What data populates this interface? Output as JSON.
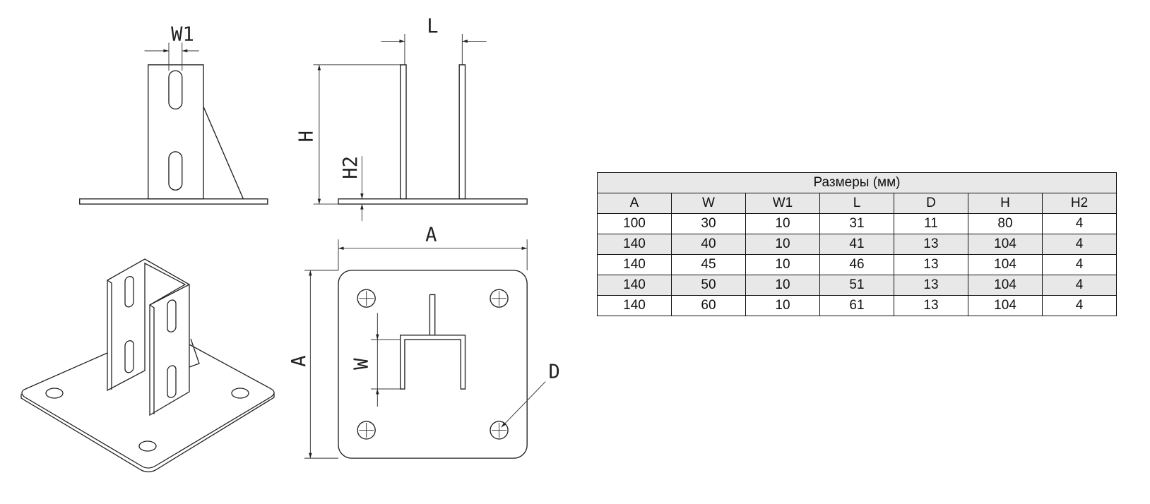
{
  "drawing": {
    "labels": {
      "w1": "W1",
      "l": "L",
      "h": "H",
      "h2": "H2",
      "a_top": "A",
      "a_side": "A",
      "w": "W",
      "d": "D"
    }
  },
  "table": {
    "title": "Размеры (мм)",
    "headers": [
      "A",
      "W",
      "W1",
      "L",
      "D",
      "H",
      "H2"
    ],
    "rows": [
      [
        "100",
        "30",
        "10",
        "31",
        "11",
        "80",
        "4"
      ],
      [
        "140",
        "40",
        "10",
        "41",
        "13",
        "104",
        "4"
      ],
      [
        "140",
        "45",
        "10",
        "46",
        "13",
        "104",
        "4"
      ],
      [
        "140",
        "50",
        "10",
        "51",
        "13",
        "104",
        "4"
      ],
      [
        "140",
        "60",
        "10",
        "61",
        "13",
        "104",
        "4"
      ]
    ]
  }
}
